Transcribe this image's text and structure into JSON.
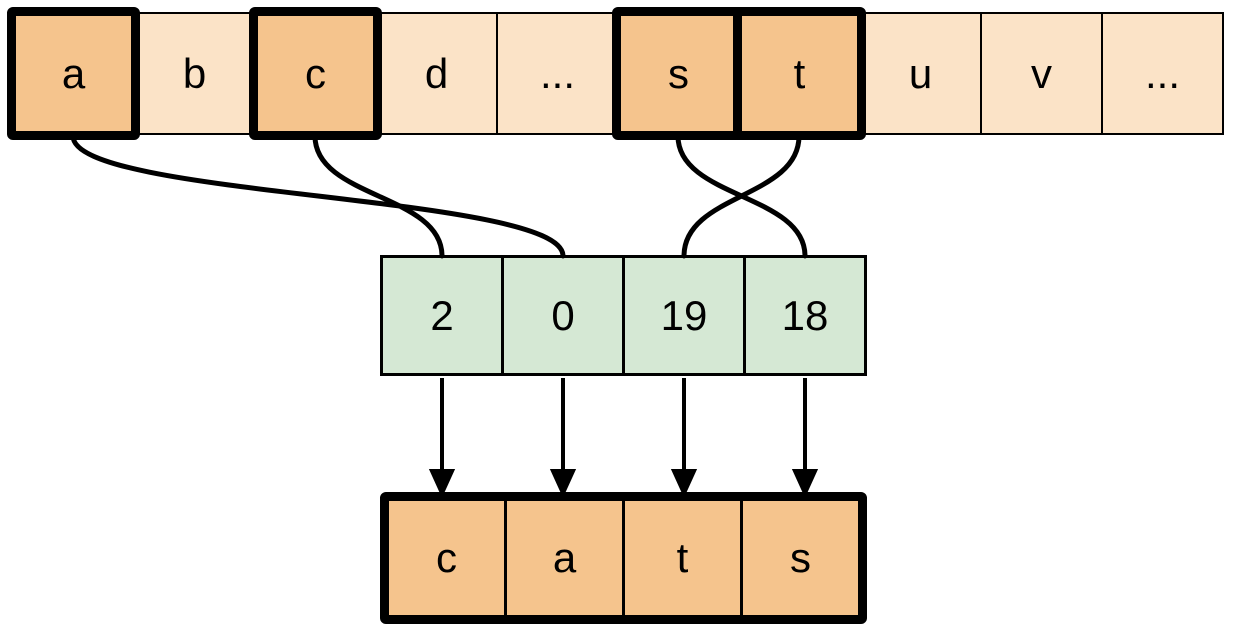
{
  "figure": {
    "description": "Array indexing diagram: letters of the alphabet mapped to indices spelling the word cats",
    "alphabet_row": {
      "cells": [
        {
          "label": "a",
          "highlighted": true
        },
        {
          "label": "b",
          "highlighted": false
        },
        {
          "label": "c",
          "highlighted": true
        },
        {
          "label": "d",
          "highlighted": false
        },
        {
          "label": "...",
          "highlighted": false
        },
        {
          "label": "s",
          "highlighted": true
        },
        {
          "label": "t",
          "highlighted": true
        },
        {
          "label": "u",
          "highlighted": false
        },
        {
          "label": "v",
          "highlighted": false
        },
        {
          "label": "...",
          "highlighted": false
        }
      ]
    },
    "index_row": {
      "cells": [
        {
          "label": "2"
        },
        {
          "label": "0"
        },
        {
          "label": "19"
        },
        {
          "label": "18"
        }
      ]
    },
    "result_row": {
      "cells": [
        {
          "label": "c"
        },
        {
          "label": "a"
        },
        {
          "label": "t"
        },
        {
          "label": "s"
        }
      ]
    },
    "mappings": [
      {
        "from_letter": "c",
        "to_index": "2"
      },
      {
        "from_letter": "a",
        "to_index": "0"
      },
      {
        "from_letter": "t",
        "to_index": "19"
      },
      {
        "from_letter": "s",
        "to_index": "18"
      }
    ],
    "colors": {
      "cell_light": "#FBE3C7",
      "cell_highlight": "#F5C48D",
      "cell_index": "#D5E8D4",
      "stroke": "#000000"
    }
  }
}
